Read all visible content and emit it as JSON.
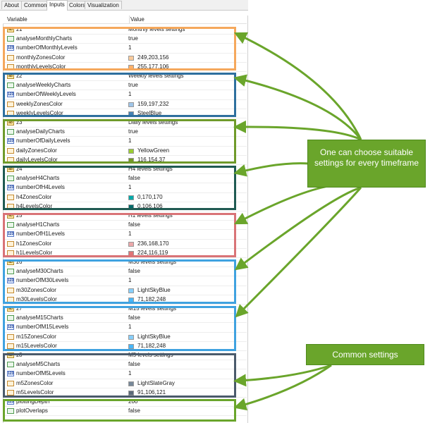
{
  "tabs": [
    {
      "label": "About"
    },
    {
      "label": "Common"
    },
    {
      "label": "Inputs",
      "active": true
    },
    {
      "label": "Colors"
    },
    {
      "label": "Visualization"
    }
  ],
  "table": {
    "col_variable": "Variable",
    "col_value": "Value",
    "rows": [
      {
        "type": "str",
        "name": "z1",
        "value": "Monthly levels settings"
      },
      {
        "type": "bool",
        "name": "analyseMonthlyCharts",
        "value": "true"
      },
      {
        "type": "int",
        "name": "numberOfMonthlyLevels",
        "value": "1"
      },
      {
        "type": "color",
        "name": "monthlyZonesColor",
        "value": "249,203,156",
        "swatch": "#f9cb9c"
      },
      {
        "type": "color",
        "name": "monthlyLevelsColor",
        "value": "255,177,106",
        "swatch": "#ffb16a"
      },
      {
        "type": "str",
        "name": "z2",
        "value": "Weekly levels settings"
      },
      {
        "type": "bool",
        "name": "analyseWeeklyCharts",
        "value": "true"
      },
      {
        "type": "int",
        "name": "numberOfWeeklyLevels",
        "value": "1"
      },
      {
        "type": "color",
        "name": "weeklyZonesColor",
        "value": "159,197,232",
        "swatch": "#9fc5e8"
      },
      {
        "type": "color",
        "name": "weeklyLevelsColor",
        "value": "SteelBlue",
        "swatch": "#4682b4"
      },
      {
        "type": "str",
        "name": "z3",
        "value": "Daily levels settings"
      },
      {
        "type": "bool",
        "name": "analyseDailyCharts",
        "value": "true"
      },
      {
        "type": "int",
        "name": "numberOfDailyLevels",
        "value": "1"
      },
      {
        "type": "color",
        "name": "dailyZonesColor",
        "value": "YellowGreen",
        "swatch": "#9acd32"
      },
      {
        "type": "color",
        "name": "dailyLevelsColor",
        "value": "116,154,37",
        "swatch": "#749a25"
      },
      {
        "type": "str",
        "name": "z4",
        "value": "H4 levels settings"
      },
      {
        "type": "bool",
        "name": "analyseH4Charts",
        "value": "false"
      },
      {
        "type": "int",
        "name": "numberOfH4Levels",
        "value": "1"
      },
      {
        "type": "color",
        "name": "h4ZonesColor",
        "value": "0,170,170",
        "swatch": "#00aaaa"
      },
      {
        "type": "color",
        "name": "h4LevelsColor",
        "value": "0,106,106",
        "swatch": "#006a6a"
      },
      {
        "type": "str",
        "name": "z5",
        "value": "H1 levels settings"
      },
      {
        "type": "bool",
        "name": "analyseH1Charts",
        "value": "false"
      },
      {
        "type": "int",
        "name": "numberOfH1Levels",
        "value": "1"
      },
      {
        "type": "color",
        "name": "h1ZonesColor",
        "value": "236,168,170",
        "swatch": "#eca8aa"
      },
      {
        "type": "color",
        "name": "h1LevelsColor",
        "value": "224,116,119",
        "swatch": "#e07477"
      },
      {
        "type": "str",
        "name": "z6",
        "value": "M30 levels settings"
      },
      {
        "type": "bool",
        "name": "analyseM30Charts",
        "value": "false"
      },
      {
        "type": "int",
        "name": "numberOfM30Levels",
        "value": "1"
      },
      {
        "type": "color",
        "name": "m30ZonesColor",
        "value": "LightSkyBlue",
        "swatch": "#87cefa"
      },
      {
        "type": "color",
        "name": "m30LevelsColor",
        "value": "71,182,248",
        "swatch": "#47b6f8"
      },
      {
        "type": "str",
        "name": "z7",
        "value": "M15 levels settings"
      },
      {
        "type": "bool",
        "name": "analyseM15Charts",
        "value": "false"
      },
      {
        "type": "int",
        "name": "numberOfM15Levels",
        "value": "1"
      },
      {
        "type": "color",
        "name": "m15ZonesColor",
        "value": "LightSkyBlue",
        "swatch": "#87cefa"
      },
      {
        "type": "color",
        "name": "m15LevelsColor",
        "value": "71,182,248",
        "swatch": "#47b6f8"
      },
      {
        "type": "str",
        "name": "z8",
        "value": "M5 levels settings"
      },
      {
        "type": "bool",
        "name": "analyseM5Charts",
        "value": "false"
      },
      {
        "type": "int",
        "name": "numberOfM5Levels",
        "value": "1"
      },
      {
        "type": "color",
        "name": "m5ZonesColor",
        "value": "LightSlateGray",
        "swatch": "#778899"
      },
      {
        "type": "color",
        "name": "m5LevelsColor",
        "value": "91,106,121",
        "swatch": "#5b6a79"
      },
      {
        "type": "int",
        "name": "plottingDepth",
        "value": "200"
      },
      {
        "type": "bool",
        "name": "plotOverlaps",
        "value": "false"
      }
    ]
  },
  "groups": [
    {
      "name": "monthly",
      "color": "#f5a85c"
    },
    {
      "name": "weekly",
      "color": "#2e6f9e"
    },
    {
      "name": "daily",
      "color": "#6f9a2a"
    },
    {
      "name": "h4",
      "color": "#1f5a52"
    },
    {
      "name": "h1",
      "color": "#d97377"
    },
    {
      "name": "m30",
      "color": "#3fa2e0"
    },
    {
      "name": "m15",
      "color": "#3fa2e0"
    },
    {
      "name": "m5",
      "color": "#4a5a6b"
    },
    {
      "name": "common",
      "color": "#6aa52b"
    }
  ],
  "callouts": {
    "timeframe": "One can choose suitable settings for every timeframe",
    "common": "Common settings"
  },
  "accent": "#6aa52b"
}
